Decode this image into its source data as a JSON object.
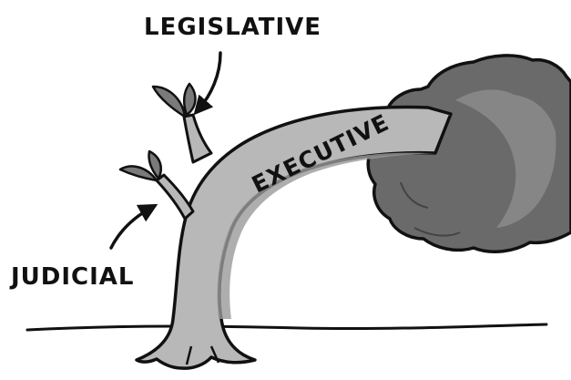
{
  "labels": {
    "legislative": "LEGISLATIVE",
    "judicial": "JUDICIAL",
    "executive": "EXECUTIVE"
  },
  "colors": {
    "ink": "#111111",
    "trunk": "#b8b8b8",
    "trunk_shade": "#9a9a9a",
    "foliage_dark": "#6a6a6a",
    "foliage_mid": "#8a8a8a",
    "leaf": "#7a7a7a",
    "background": "#ffffff"
  },
  "icons": {
    "legislative_pointer": "curved-arrow-icon",
    "judicial_pointer": "curved-arrow-icon"
  }
}
